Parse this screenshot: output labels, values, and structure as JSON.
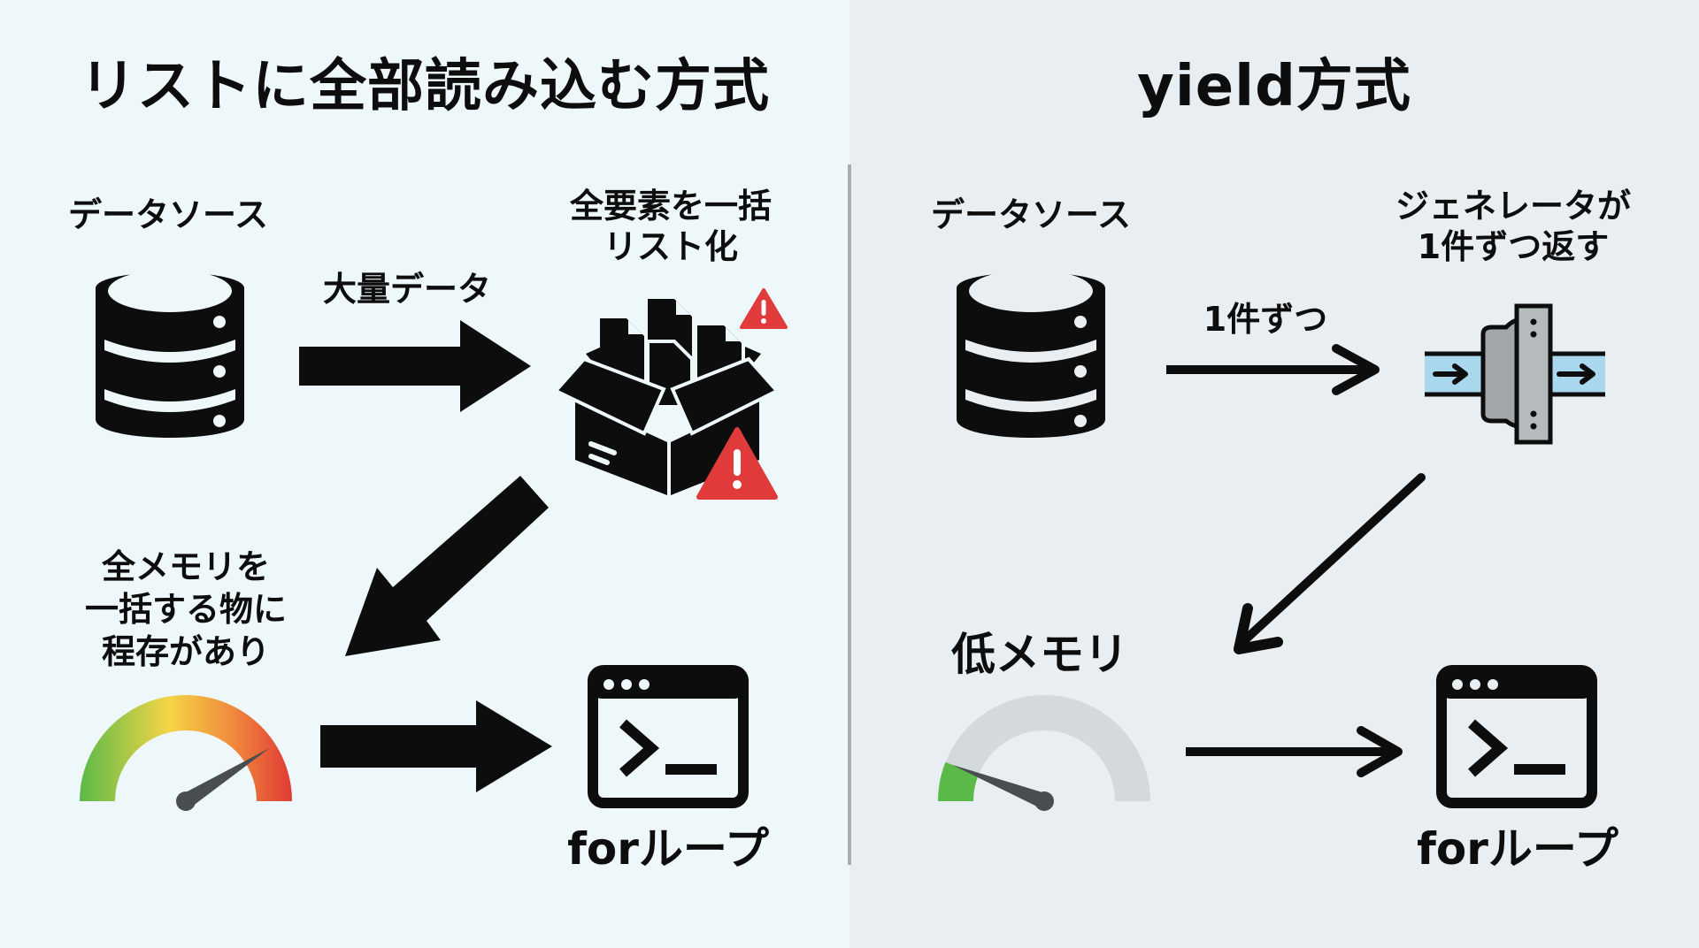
{
  "left": {
    "title": "リストに全部読み込む方式",
    "source_label": "データソース",
    "arrow_label": "大量データ",
    "list_label_line1": "全要素を一括",
    "list_label_line2": "リスト化",
    "memory_label_line1": "全メモリを",
    "memory_label_line2": "一括する物に",
    "memory_label_line3": "程存があり",
    "loop_label": "forループ",
    "memory_gauge_level": 0.82,
    "icons": {
      "source": "database-icon",
      "list": "open-box-documents-icon",
      "warning": "warning-icon",
      "gauge": "memory-gauge-icon",
      "loop": "terminal-window-icon"
    }
  },
  "right": {
    "title": "yield方式",
    "source_label": "データソース",
    "arrow_label": "1件ずつ",
    "generator_label_line1": "ジェネレータが",
    "generator_label_line2": "1件ずつ返す",
    "memory_label": "低メモリ",
    "loop_label": "forループ",
    "memory_gauge_level": 0.12,
    "icons": {
      "source": "database-icon",
      "generator": "pipe-valve-icon",
      "gauge": "memory-gauge-icon",
      "loop": "terminal-window-icon"
    }
  },
  "colors": {
    "left_bg": "#eef7fa",
    "right_bg": "#e9eef2",
    "ink": "#0d0d0d",
    "warning_red": "#e03a3a",
    "gauge_green": "#5bb947",
    "gauge_yellow": "#f5d547",
    "gauge_orange": "#f08a3c",
    "gauge_red": "#e03a34",
    "gauge_track": "#d3d9dc",
    "needle": "#4a4d4f",
    "pipe_fill": "#a9d8ee",
    "valve_gray": "#a2a7ab"
  }
}
